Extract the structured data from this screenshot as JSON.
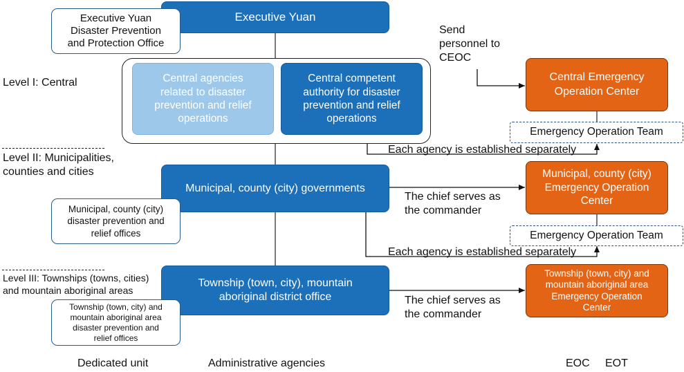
{
  "nodes": {
    "exec_yuan": "Executive Yuan",
    "exec_office": "Executive Yuan\nDisaster Prevention\nand Protection Office",
    "central_agencies": "Central agencies\nrelated to disaster\nprevention and relief\noperations",
    "central_competent": "Central competent\nauthority for disaster\nprevention and relief\noperations",
    "ceoc": "Central Emergency\nOperation Center",
    "eot1": "Emergency Operation Team",
    "municipal_gov": "Municipal, county (city) governments",
    "municipal_offices": "Municipal, county (city)\ndisaster prevention and\nrelief offices",
    "municipal_eoc": "Municipal, county (city)\nEmergency Operation\nCenter",
    "eot2": "Emergency Operation Team",
    "township_office": "Township (town, city), mountain\naboriginal district office",
    "township_offices": "Township (town, city) and\nmountain aboriginal area\ndisaster prevention and\nrelief offices",
    "township_eoc": "Township (town, city) and\nmountain aboriginal area\nEmergency Operation\nCenter"
  },
  "levels": {
    "level1": "Level I: Central",
    "level2": "Level II: Municipalities,\ncounties and cities",
    "level3": "Level III: Townships (towns, cities)\nand mountain aboriginal areas"
  },
  "edge_labels": {
    "send_personnel": "Send\npersonnel to\nCEOC",
    "each_agency_1": "Each agency is established separately",
    "chief_1": "The chief serves as\nthe commander",
    "each_agency_2": "Each agency is established separately",
    "chief_2": "The chief serves as\nthe commander"
  },
  "columns": {
    "dedicated": "Dedicated unit",
    "administrative": "Administrative agencies",
    "eoc": "EOC",
    "eot": "EOT"
  },
  "colors": {
    "admin_blue": "#1c6fb9",
    "light_blue": "#9dc8ea",
    "eoc_orange": "#e36414"
  }
}
